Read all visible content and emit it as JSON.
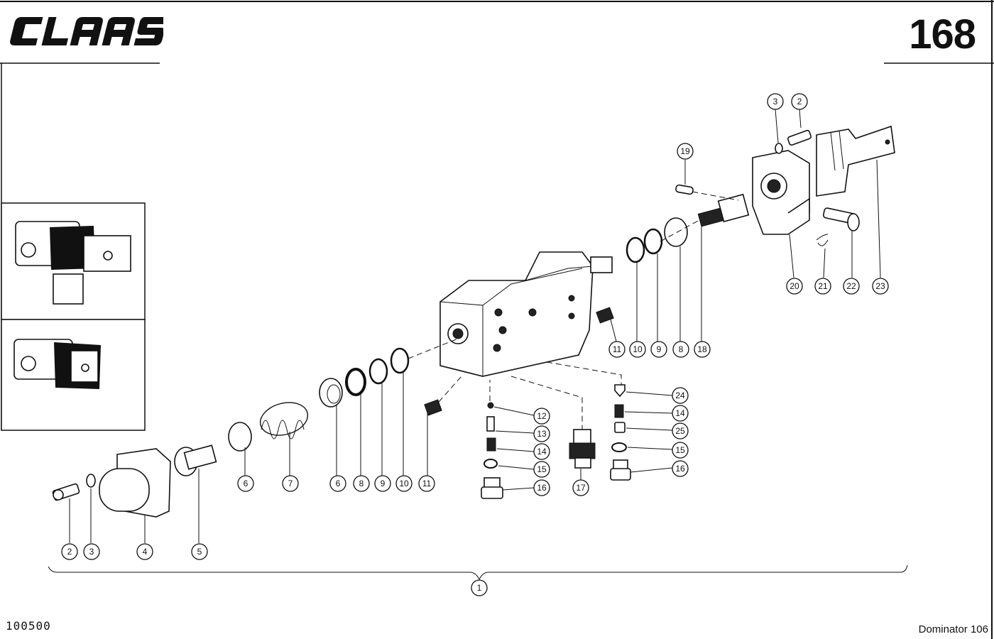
{
  "header": {
    "brand": "CLAAS",
    "page_number": "168"
  },
  "footer": {
    "doc_code": "100500",
    "model": "Dominator 106"
  },
  "callouts": [
    {
      "n": "1"
    },
    {
      "n": "2"
    },
    {
      "n": "3"
    },
    {
      "n": "4"
    },
    {
      "n": "5"
    },
    {
      "n": "6"
    },
    {
      "n": "7"
    },
    {
      "n": "6"
    },
    {
      "n": "8"
    },
    {
      "n": "9"
    },
    {
      "n": "10"
    },
    {
      "n": "11"
    },
    {
      "n": "12"
    },
    {
      "n": "13"
    },
    {
      "n": "14"
    },
    {
      "n": "15"
    },
    {
      "n": "16"
    },
    {
      "n": "17"
    },
    {
      "n": "24"
    },
    {
      "n": "14"
    },
    {
      "n": "25"
    },
    {
      "n": "15"
    },
    {
      "n": "16"
    },
    {
      "n": "11"
    },
    {
      "n": "10"
    },
    {
      "n": "9"
    },
    {
      "n": "8"
    },
    {
      "n": "18"
    },
    {
      "n": "19"
    },
    {
      "n": "3"
    },
    {
      "n": "2"
    },
    {
      "n": "20"
    },
    {
      "n": "21"
    },
    {
      "n": "22"
    },
    {
      "n": "23"
    }
  ]
}
